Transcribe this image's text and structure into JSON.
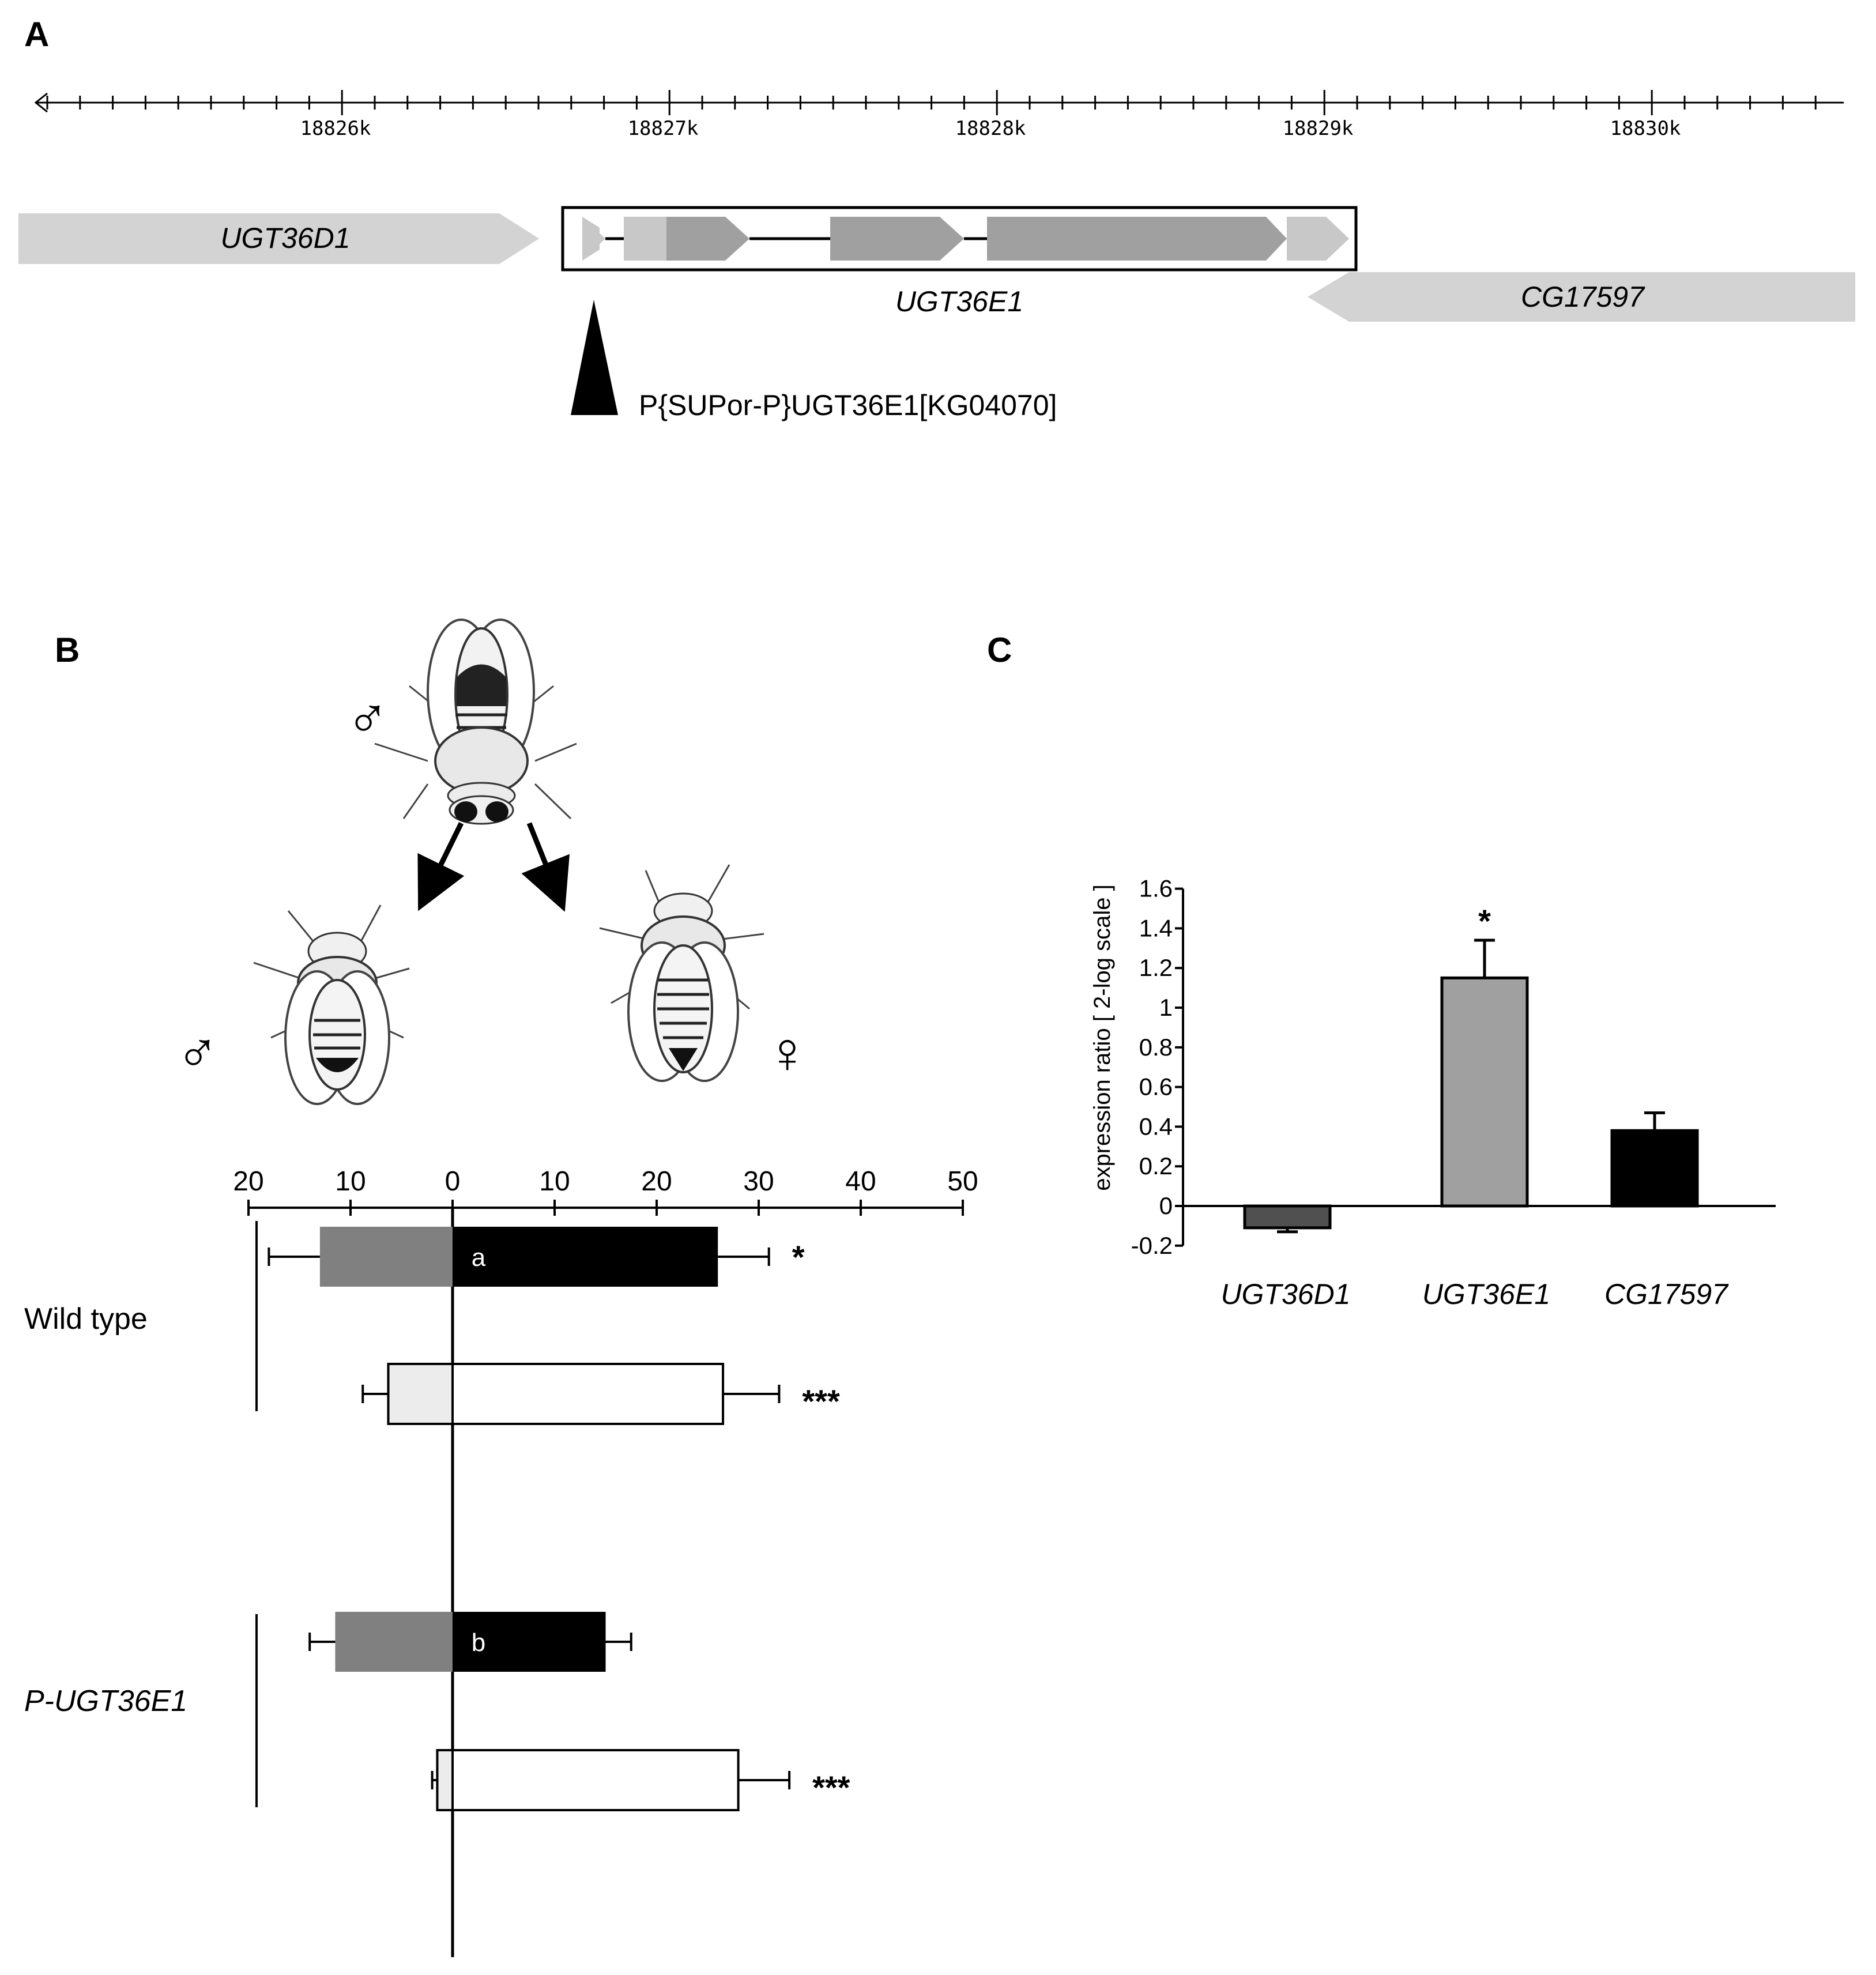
{
  "panels": {
    "a": "A",
    "b": "B",
    "c": "C"
  },
  "panel_a": {
    "ticks": [
      "18826k",
      "18827k",
      "18828k",
      "18829k",
      "18830k"
    ],
    "genes": {
      "left": "UGT36D1",
      "center": "UGT36E1",
      "right": "CG17597"
    },
    "insertion_label": "P{SUPor-P}UGT36E1[KG04070]"
  },
  "panel_b": {
    "sex_symbols": {
      "male": "♂",
      "female": "♀"
    },
    "icons": [
      "fly-male-top-drawing",
      "fly-male-drawing",
      "fly-female-drawing",
      "arrow-icon"
    ]
  },
  "colors": {
    "gene_light": "#d3d3d3",
    "exon_dark": "#a0a0a0",
    "bar_male": "#808080",
    "bar_female": "#000000",
    "bar_male_light": "#ececec",
    "bar_female_open": "#ffffff",
    "c_ugt36d1": "#505050",
    "c_ugt36e1": "#a0a0a0",
    "c_cg17597": "#000000"
  },
  "chart_data": [
    {
      "type": "bar",
      "orientation": "horizontal-diverging",
      "axis_ticks": [
        "20",
        "10",
        "0",
        "10",
        "20",
        "30",
        "40",
        "50"
      ],
      "groups": [
        {
          "label": "Wild type",
          "label_italic": false,
          "rows": [
            {
              "left": 13,
              "left_err": 5,
              "right": 26,
              "right_err": 5,
              "letter": "a",
              "sig": "*",
              "style": "filled"
            },
            {
              "left": 6.3,
              "left_err": 2.5,
              "right": 26.5,
              "right_err": 5.5,
              "letter": "",
              "sig": "***",
              "style": "open"
            }
          ]
        },
        {
          "label": "P-UGT36E1",
          "label_italic": true,
          "rows": [
            {
              "left": 11.5,
              "left_err": 2.5,
              "right": 15,
              "right_err": 2.5,
              "letter": "b",
              "sig": "",
              "style": "filled"
            },
            {
              "left": 1.5,
              "left_err": 0.5,
              "right": 28,
              "right_err": 5,
              "letter": "",
              "sig": "***",
              "style": "open"
            }
          ]
        }
      ]
    },
    {
      "type": "bar",
      "ylabel": "expression ratio [ 2-log scale ]",
      "ylim": [
        -0.2,
        1.6
      ],
      "y_ticks": [
        "1.6",
        "1.4",
        "1.2",
        "1",
        "0.8",
        "0.6",
        "0.4",
        "0.2",
        "0",
        "-0.2"
      ],
      "categories": [
        "UGT36D1",
        "UGT36E1",
        "CG17597"
      ],
      "values": [
        -0.11,
        1.15,
        0.38
      ],
      "errors": [
        0.02,
        0.19,
        0.09
      ],
      "annotations": [
        "",
        "*",
        ""
      ]
    }
  ]
}
